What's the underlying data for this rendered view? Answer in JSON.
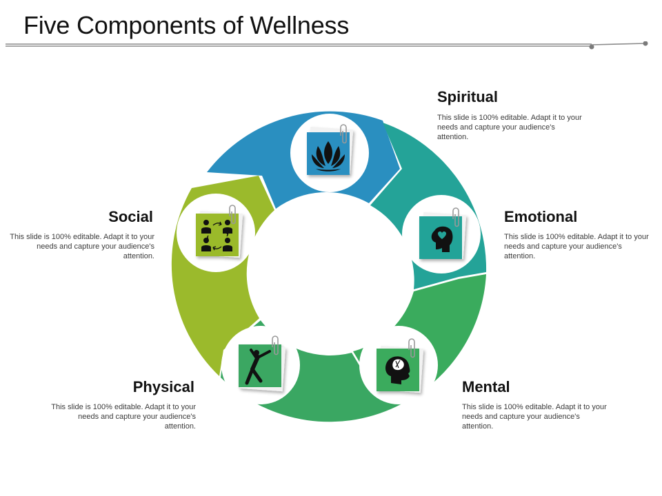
{
  "title": "Five Components of Wellness",
  "colors": {
    "spiritual": "#2a8fc0",
    "emotional": "#24a398",
    "mental": "#3aab5d",
    "physical": "#3aa762",
    "social": "#9bba2c"
  },
  "components": {
    "spiritual": {
      "label": "Spiritual",
      "description": "This slide is 100% editable. Adapt it to your needs and capture your audience's attention.",
      "icon": "lotus-icon"
    },
    "emotional": {
      "label": "Emotional",
      "description": "This slide is 100% editable. Adapt it to your needs and capture your audience's attention.",
      "icon": "head-heart-icon"
    },
    "mental": {
      "label": "Mental",
      "description": "This slide is 100% editable. Adapt it to your needs and capture your audience's attention.",
      "icon": "head-brain-icon"
    },
    "physical": {
      "label": "Physical",
      "description": "This slide is 100% editable. Adapt it to your needs and capture your audience's attention.",
      "icon": "exercise-person-icon"
    },
    "social": {
      "label": "Social",
      "description": "This slide is 100% editable. Adapt it to your needs and capture your audience's attention.",
      "icon": "people-network-icon"
    }
  }
}
